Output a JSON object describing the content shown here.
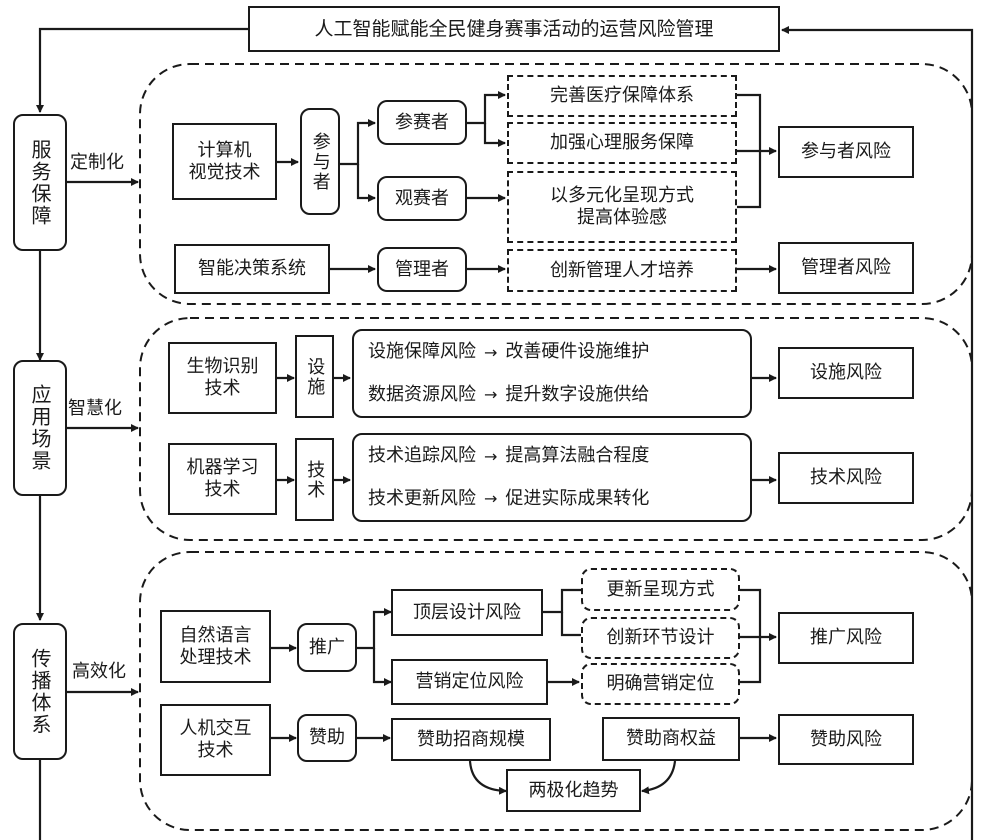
{
  "title": "人工智能赋能全民健身赛事活动的运营风险管理",
  "stages": [
    {
      "label": "服务保障",
      "edge_label": "定制化"
    },
    {
      "label": "应用场景",
      "edge_label": "智慧化"
    },
    {
      "label": "传播体系",
      "edge_label": "高效化"
    }
  ],
  "service": {
    "tech1": "计算机\n视觉技术",
    "subject1": "参与者",
    "participant": "参赛者",
    "spectator": "观赛者",
    "measure1": "完善医疗保障体系",
    "measure2": "加强心理服务保障",
    "measure3": "以多元化呈现方式\n提高体验感",
    "risk1": "参与者风险",
    "tech2": "智能决策系统",
    "subject2": "管理者",
    "measure4": "创新管理人才培养",
    "risk2": "管理者风险"
  },
  "scene": {
    "tech1": "生物识别\n技术",
    "subject1": "设施",
    "rows1": [
      {
        "risk": "设施保障风险",
        "arrow": "→",
        "measure": "改善硬件设施维护"
      },
      {
        "risk": "数据资源风险",
        "arrow": "→",
        "measure": "提升数字设施供给"
      }
    ],
    "risk1": "设施风险",
    "tech2": "机器学习\n技术",
    "subject2": "技术",
    "rows2": [
      {
        "risk": "技术追踪风险",
        "arrow": "→",
        "measure": "提高算法融合程度"
      },
      {
        "risk": "技术更新风险",
        "arrow": "→",
        "measure": "促进实际成果转化"
      }
    ],
    "risk2": "技术风险"
  },
  "comm": {
    "tech1": "自然语言\n处理技术",
    "subject1": "推广",
    "sub_risk1": "顶层设计风险",
    "sub_risk2": "营销定位风险",
    "measure1": "更新呈现方式",
    "measure2": "创新环节设计",
    "measure3": "明确营销定位",
    "risk1": "推广风险",
    "tech2": "人机交互\n技术",
    "subject2": "赞助",
    "sponsor_scale": "赞助招商规模",
    "sponsor_rights": "赞助商权益",
    "polarization": "两极化趋势",
    "risk2": "赞助风险"
  }
}
